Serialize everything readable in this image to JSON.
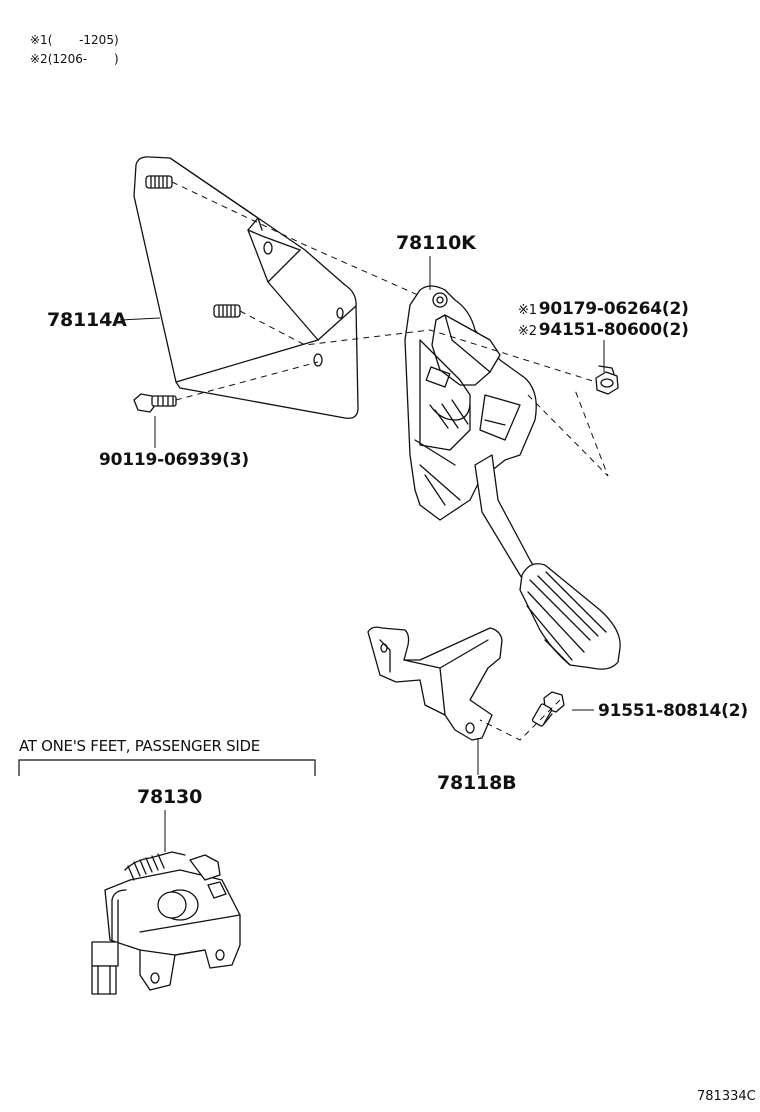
{
  "notes": [
    {
      "mark": "※1",
      "text": "(       -1205)"
    },
    {
      "mark": "※2",
      "text": "(1206-       )"
    }
  ],
  "labels": {
    "bracket": "78114A",
    "pedal_assembly": "78110K",
    "bolt_bracket": "90119-06939(3)",
    "nut_1": {
      "mark": "※1",
      "code": "90179-06264(2)"
    },
    "nut_2": {
      "mark": "※2",
      "code": "94151-80600(2)"
    },
    "bolt_support": "91551-80814(2)",
    "support": "78118B",
    "sensor": "78130"
  },
  "section_caption": "AT ONE'S FEET, PASSENGER SIDE",
  "diagram_ref": "781334C"
}
